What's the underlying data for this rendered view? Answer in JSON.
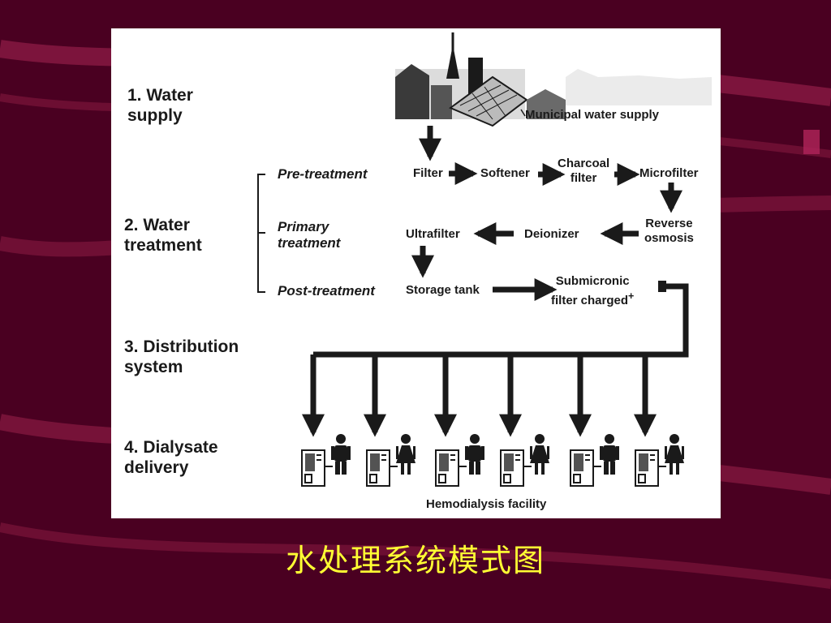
{
  "slide": {
    "title": "水处理系统模式图",
    "colors": {
      "background": "#4a0021",
      "swoosh": "#8e1b45",
      "panel": "#ffffff",
      "title": "#ffff33",
      "ink": "#1a1a1a"
    }
  },
  "diagram": {
    "stages": {
      "water_supply": "1. Water\n   supply",
      "water_treatment": "2. Water\n   treatment",
      "distribution": "3. Distribution\n   system",
      "dialysate": "4. Dialysate\n   delivery"
    },
    "substages": {
      "pre": "Pre-treatment",
      "primary": "Primary\ntreatment",
      "post": "Post-treatment"
    },
    "components": {
      "municipal": "Municipal water supply",
      "filter": "Filter",
      "softener": "Softener",
      "charcoal": "Charcoal\nfilter",
      "microfilter": "Microfilter",
      "reverse_osmosis": "Reverse\nosmosis",
      "deionizer": "Deionizer",
      "ultrafilter": "Ultrafilter",
      "storage": "Storage tank",
      "submicronic": "Submicronic\nfilter charged",
      "submicronic_sup": "+"
    },
    "facility": "Hemodialysis facility",
    "figures": [
      "male",
      "female",
      "male",
      "female",
      "male",
      "female"
    ],
    "icons": [
      "city-skyline-icon",
      "dialysis-machine-icon",
      "male-person-icon",
      "female-person-icon",
      "arrow-icon"
    ]
  }
}
